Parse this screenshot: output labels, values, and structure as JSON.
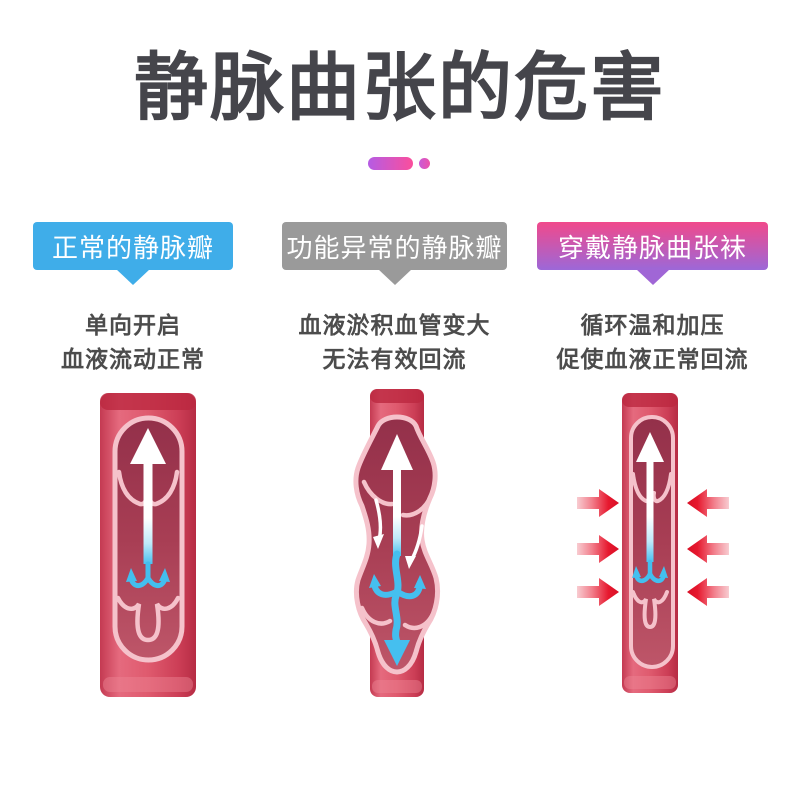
{
  "header": {
    "title": "静脉曲张的危害"
  },
  "divider": {
    "style": "gradient-pill-and-dot"
  },
  "columns": [
    {
      "label": "正常的静脉瓣",
      "desc_line1": "单向开启",
      "desc_line2": "血液流动正常",
      "illustration": "normal-vein-diagram",
      "accent": "#3FADE9"
    },
    {
      "label": "功能异常的静脉瓣",
      "desc_line1": "血液淤积血管变大",
      "desc_line2": "无法有效回流",
      "illustration": "varicose-vein-diagram",
      "accent": "#9A9A9A"
    },
    {
      "label": "穿戴静脉曲张袜",
      "desc_line1": "循环温和加压",
      "desc_line2": "促使血液正常回流",
      "illustration": "compressed-vein-diagram",
      "accent_top": "#F1498B",
      "accent_bottom": "#9C68D8"
    }
  ],
  "colors": {
    "title_text": "#45454B",
    "desc_text": "#4C4C4C",
    "divider_purple": "#B55CE4",
    "divider_pink": "#FB4E9C",
    "vein_tube_red": "#D94A60",
    "vein_interior": "#A23A50",
    "vein_lining_pink": "#F5C2CB",
    "flow_arrow_white": "#FFFFFF",
    "backflow_blue": "#45BFEF",
    "compression_arrow_red": "#E5182E",
    "background": "#FFFFFF"
  }
}
